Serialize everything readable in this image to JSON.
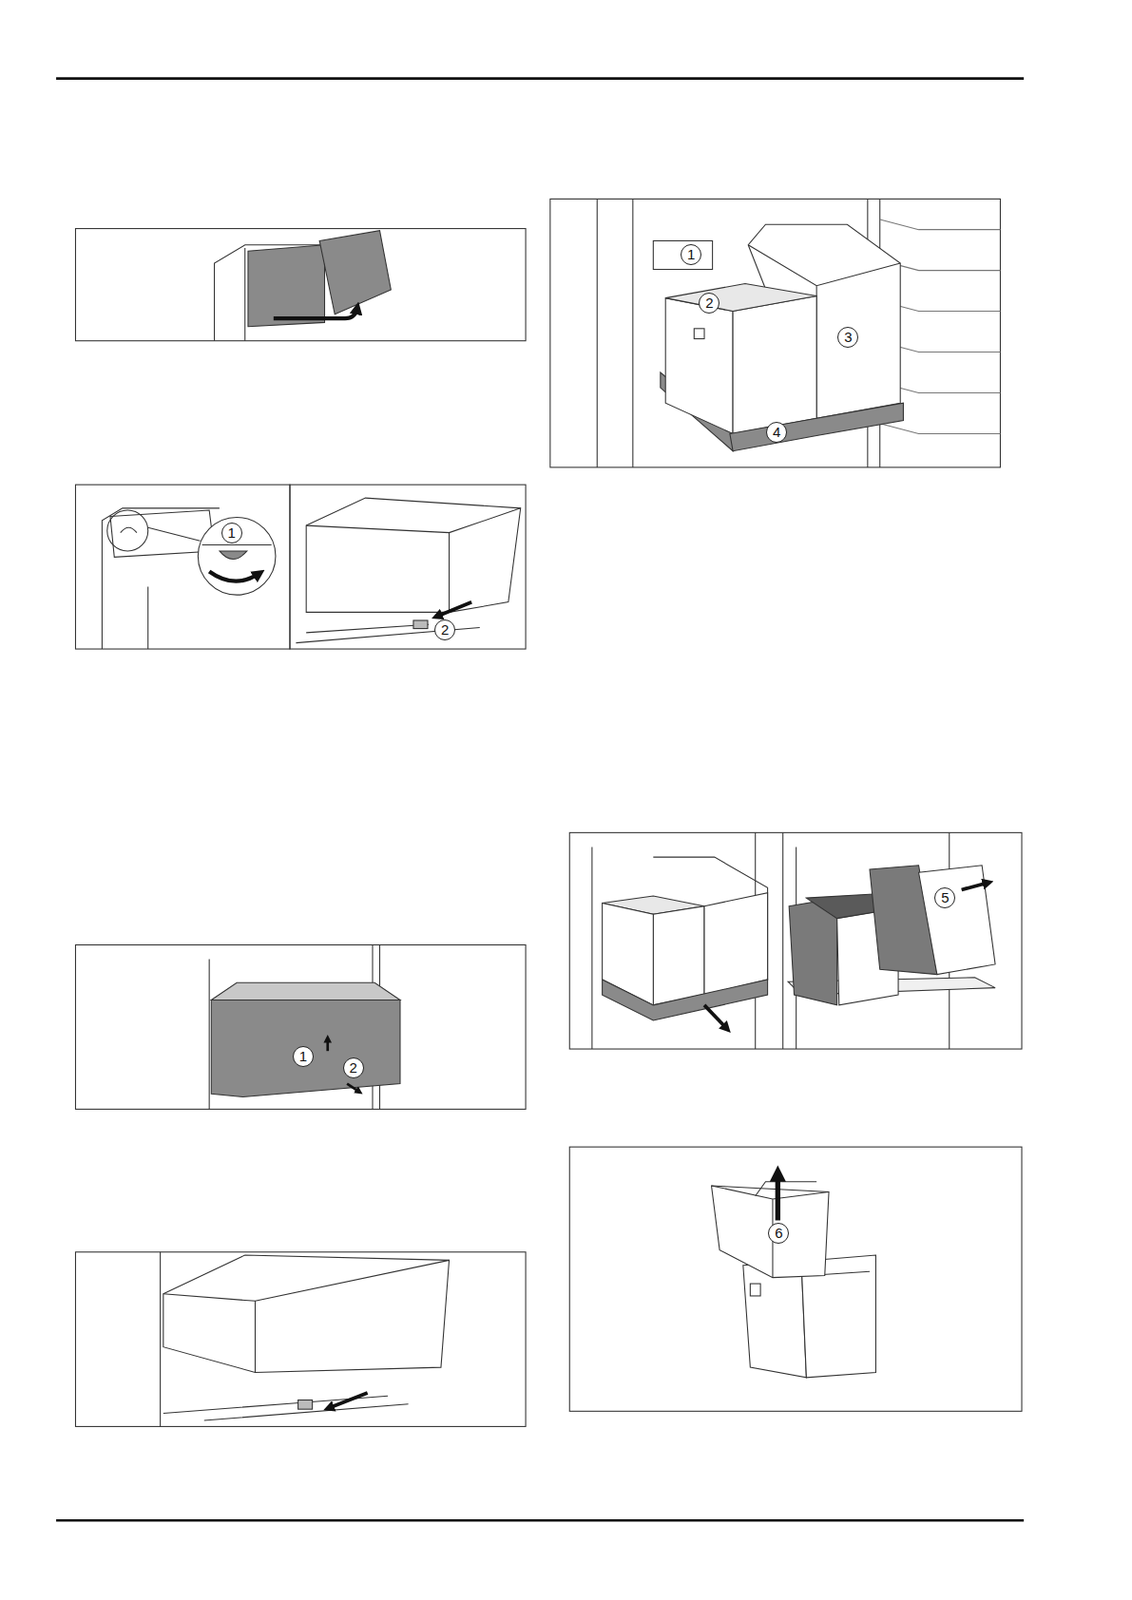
{
  "diagram": {
    "labels": [
      "1",
      "2",
      "1",
      "2",
      "1",
      "2",
      "3",
      "4",
      "5",
      "6"
    ]
  }
}
